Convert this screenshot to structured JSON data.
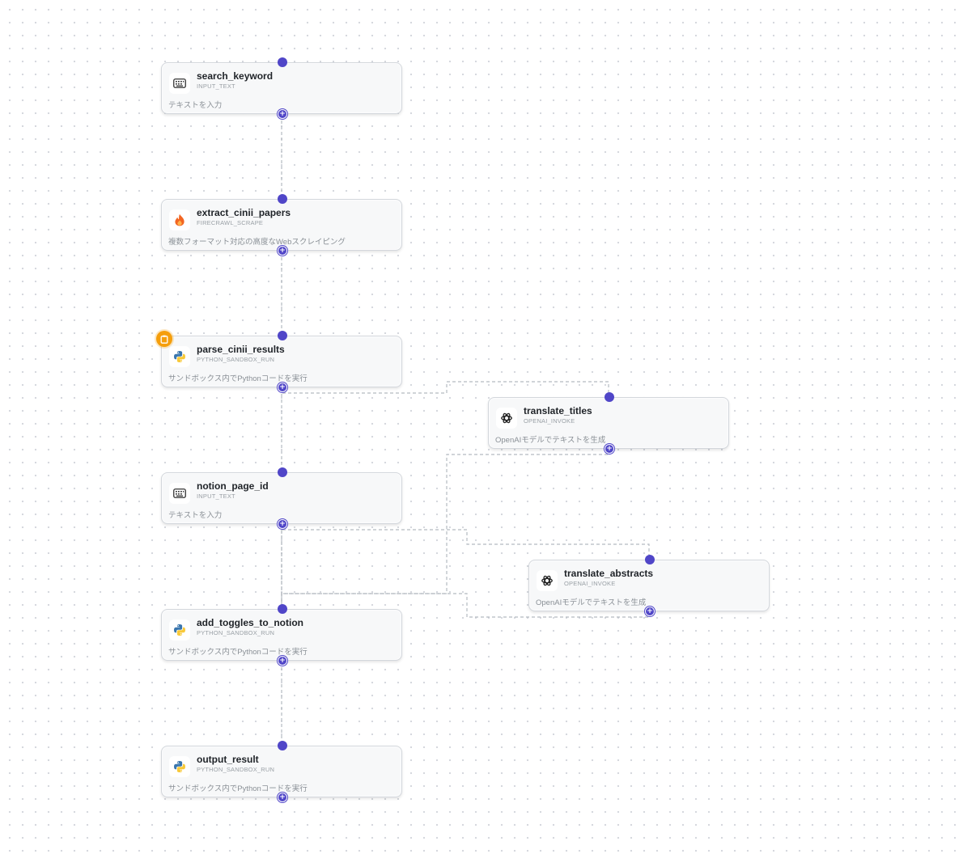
{
  "colors": {
    "handle": "#5046c8",
    "edge": "#b5bac1",
    "badge": "#f59e0b"
  },
  "nodes": [
    {
      "key": "search_keyword",
      "title": "search_keyword",
      "type": "INPUT_TEXT",
      "description": "テキストを入力",
      "icon": "keyboard-icon"
    },
    {
      "key": "extract_cinii_papers",
      "title": "extract_cinii_papers",
      "type": "FIRECRAWL_SCRAPE",
      "description": "複数フォーマット対応の高度なWebスクレイピング",
      "icon": "fire-icon"
    },
    {
      "key": "parse_cinii_results",
      "title": "parse_cinii_results",
      "type": "PYTHON_SANDBOX_RUN",
      "description": "サンドボックス内でPythonコードを実行",
      "icon": "python-icon",
      "badge": "status-badge"
    },
    {
      "key": "translate_titles",
      "title": "translate_titles",
      "type": "OPENAI_INVOKE",
      "description": "OpenAIモデルでテキストを生成",
      "icon": "openai-icon"
    },
    {
      "key": "notion_page_id",
      "title": "notion_page_id",
      "type": "INPUT_TEXT",
      "description": "テキストを入力",
      "icon": "keyboard-icon"
    },
    {
      "key": "translate_abstracts",
      "title": "translate_abstracts",
      "type": "OPENAI_INVOKE",
      "description": "OpenAIモデルでテキストを生成",
      "icon": "openai-icon"
    },
    {
      "key": "add_toggles_to_notion",
      "title": "add_toggles_to_notion",
      "type": "PYTHON_SANDBOX_RUN",
      "description": "サンドボックス内でPythonコードを実行",
      "icon": "python-icon"
    },
    {
      "key": "output_result",
      "title": "output_result",
      "type": "PYTHON_SANDBOX_RUN",
      "description": "サンドボックス内でPythonコードを実行",
      "icon": "python-icon"
    }
  ],
  "edges": [
    {
      "from": "search_keyword",
      "to": "extract_cinii_papers"
    },
    {
      "from": "extract_cinii_papers",
      "to": "parse_cinii_results"
    },
    {
      "from": "parse_cinii_results",
      "to": "translate_titles"
    },
    {
      "from": "parse_cinii_results",
      "to": "add_toggles_to_notion"
    },
    {
      "from": "notion_page_id",
      "to": "translate_abstracts"
    },
    {
      "from": "translate_titles",
      "to": "add_toggles_to_notion"
    },
    {
      "from": "notion_page_id",
      "to": "add_toggles_to_notion"
    },
    {
      "from": "translate_abstracts",
      "to": "add_toggles_to_notion"
    },
    {
      "from": "add_toggles_to_notion",
      "to": "output_result"
    }
  ]
}
